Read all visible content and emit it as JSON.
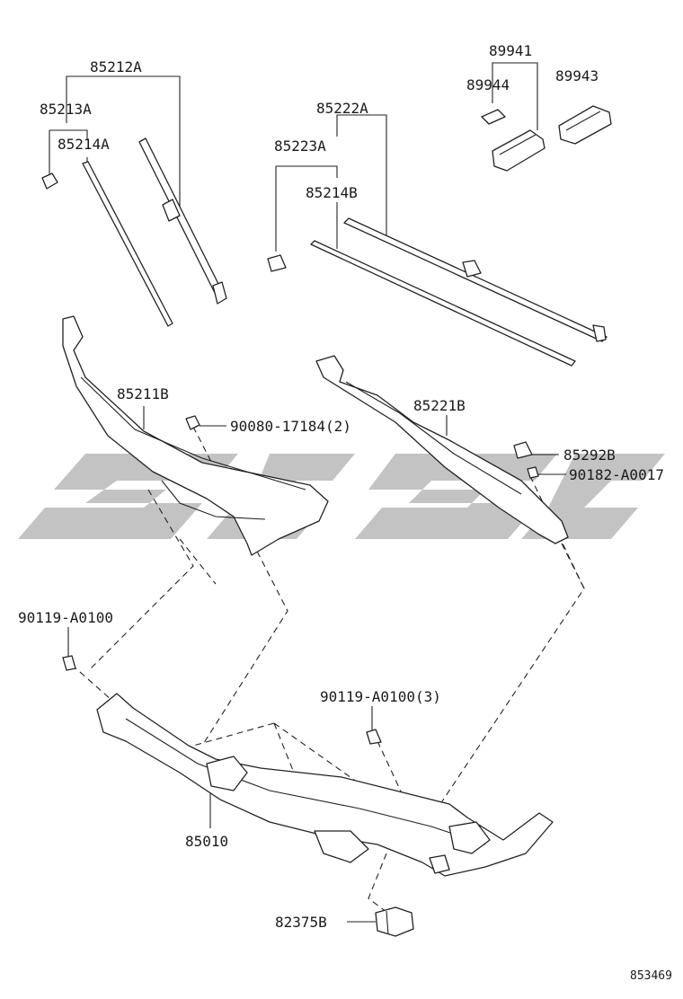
{
  "diagram": {
    "labels": {
      "p85212A": "85212A",
      "p85213A": "85213A",
      "p85214A": "85214A",
      "p85222A": "85222A",
      "p85223A": "85223A",
      "p85214B": "85214B",
      "p89941": "89941",
      "p89944": "89944",
      "p89943": "89943",
      "p85211B": "85211B",
      "p90080": "90080-17184(2)",
      "p85221B": "85221B",
      "p85292B": "85292B",
      "p90182": "90182-A0017",
      "p90119a": "90119-A0100",
      "p90119b": "90119-A0100(3)",
      "p85010": "85010",
      "p82375B": "82375B"
    },
    "figure_number": "853469"
  },
  "colors": {
    "line": "#222222",
    "watermark": "#b9b9b9",
    "background": "#ffffff"
  }
}
